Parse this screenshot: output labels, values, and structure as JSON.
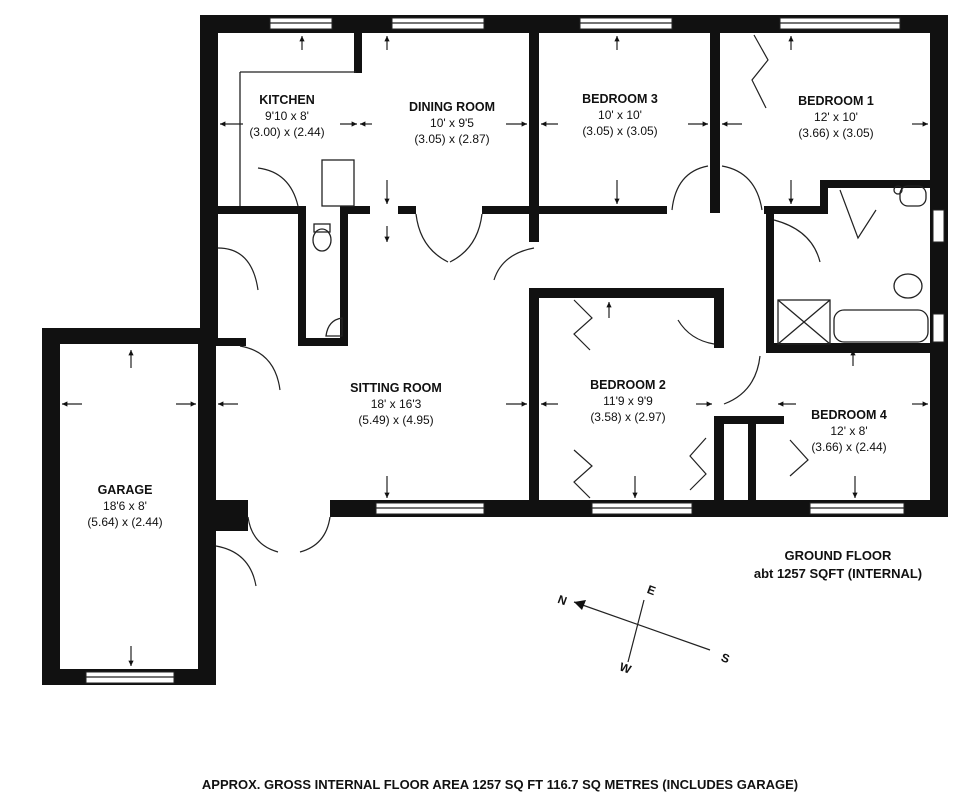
{
  "rooms": {
    "kitchen": {
      "name": "KITCHEN",
      "imperial": "9'10 x 8'",
      "metric": "(3.00) x (2.44)"
    },
    "dining": {
      "name": "DINING ROOM",
      "imperial": "10' x 9'5",
      "metric": "(3.05) x (2.87)"
    },
    "bedroom3": {
      "name": "BEDROOM 3",
      "imperial": "10' x 10'",
      "metric": "(3.05) x (3.05)"
    },
    "bedroom1": {
      "name": "BEDROOM 1",
      "imperial": "12' x 10'",
      "metric": "(3.66) x (3.05)"
    },
    "sitting": {
      "name": "SITTING ROOM",
      "imperial": "18' x 16'3",
      "metric": "(5.49) x (4.95)"
    },
    "bedroom2": {
      "name": "BEDROOM 2",
      "imperial": "11'9 x 9'9",
      "metric": "(3.58) x (2.97)"
    },
    "bedroom4": {
      "name": "BEDROOM 4",
      "imperial": "12' x 8'",
      "metric": "(3.66) x (2.44)"
    },
    "garage": {
      "name": "GARAGE",
      "imperial": "18'6 x 8'",
      "metric": "(5.64) x (2.44)"
    }
  },
  "floor": {
    "title": "GROUND FLOOR",
    "area": "abt 1257 SQFT (INTERNAL)"
  },
  "compass": {
    "n": "N",
    "e": "E",
    "s": "S",
    "w": "W"
  },
  "footer": "APPROX. GROSS INTERNAL FLOOR AREA 1257 SQ FT 116.7 SQ METRES (INCLUDES GARAGE)"
}
